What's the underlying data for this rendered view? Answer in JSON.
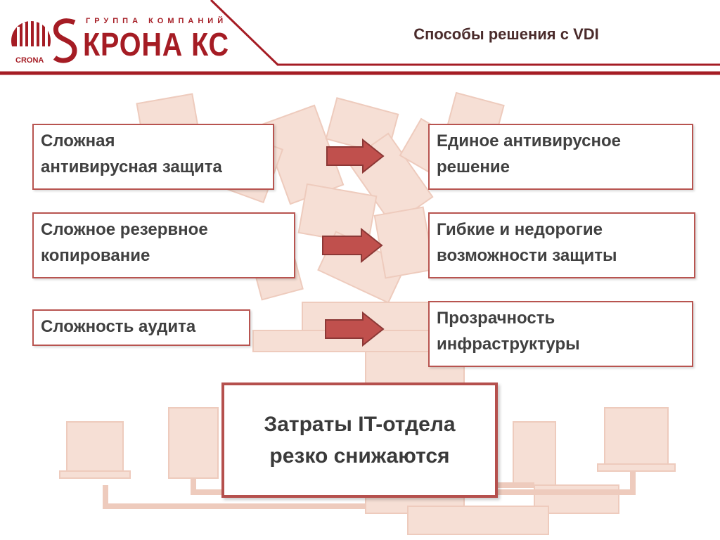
{
  "brand": {
    "group_text": "ГРУППА КОМПАНИЙ",
    "name": "КРОНА КС",
    "mark_text": "CRONA",
    "color": "#a51c24"
  },
  "title": "Способы решения с VDI",
  "rows": [
    {
      "problem": [
        "Сложная",
        "антивирусная защита"
      ],
      "solution": [
        "Единое антивирусное",
        "решение"
      ]
    },
    {
      "problem": [
        "Сложное резервное",
        "копирование"
      ],
      "solution": [
        "Гибкие и недорогие",
        "возможности защиты"
      ]
    },
    {
      "problem": [
        "Сложность аудита"
      ],
      "solution": [
        "Прозрачность",
        "инфраструктуры"
      ]
    }
  ],
  "conclusion": [
    "Затраты IT-отдела",
    "резко снижаются"
  ],
  "colors": {
    "box_border": "#b85450",
    "arrow_fill": "#c0504d",
    "background_art": "#f3d7cc"
  }
}
